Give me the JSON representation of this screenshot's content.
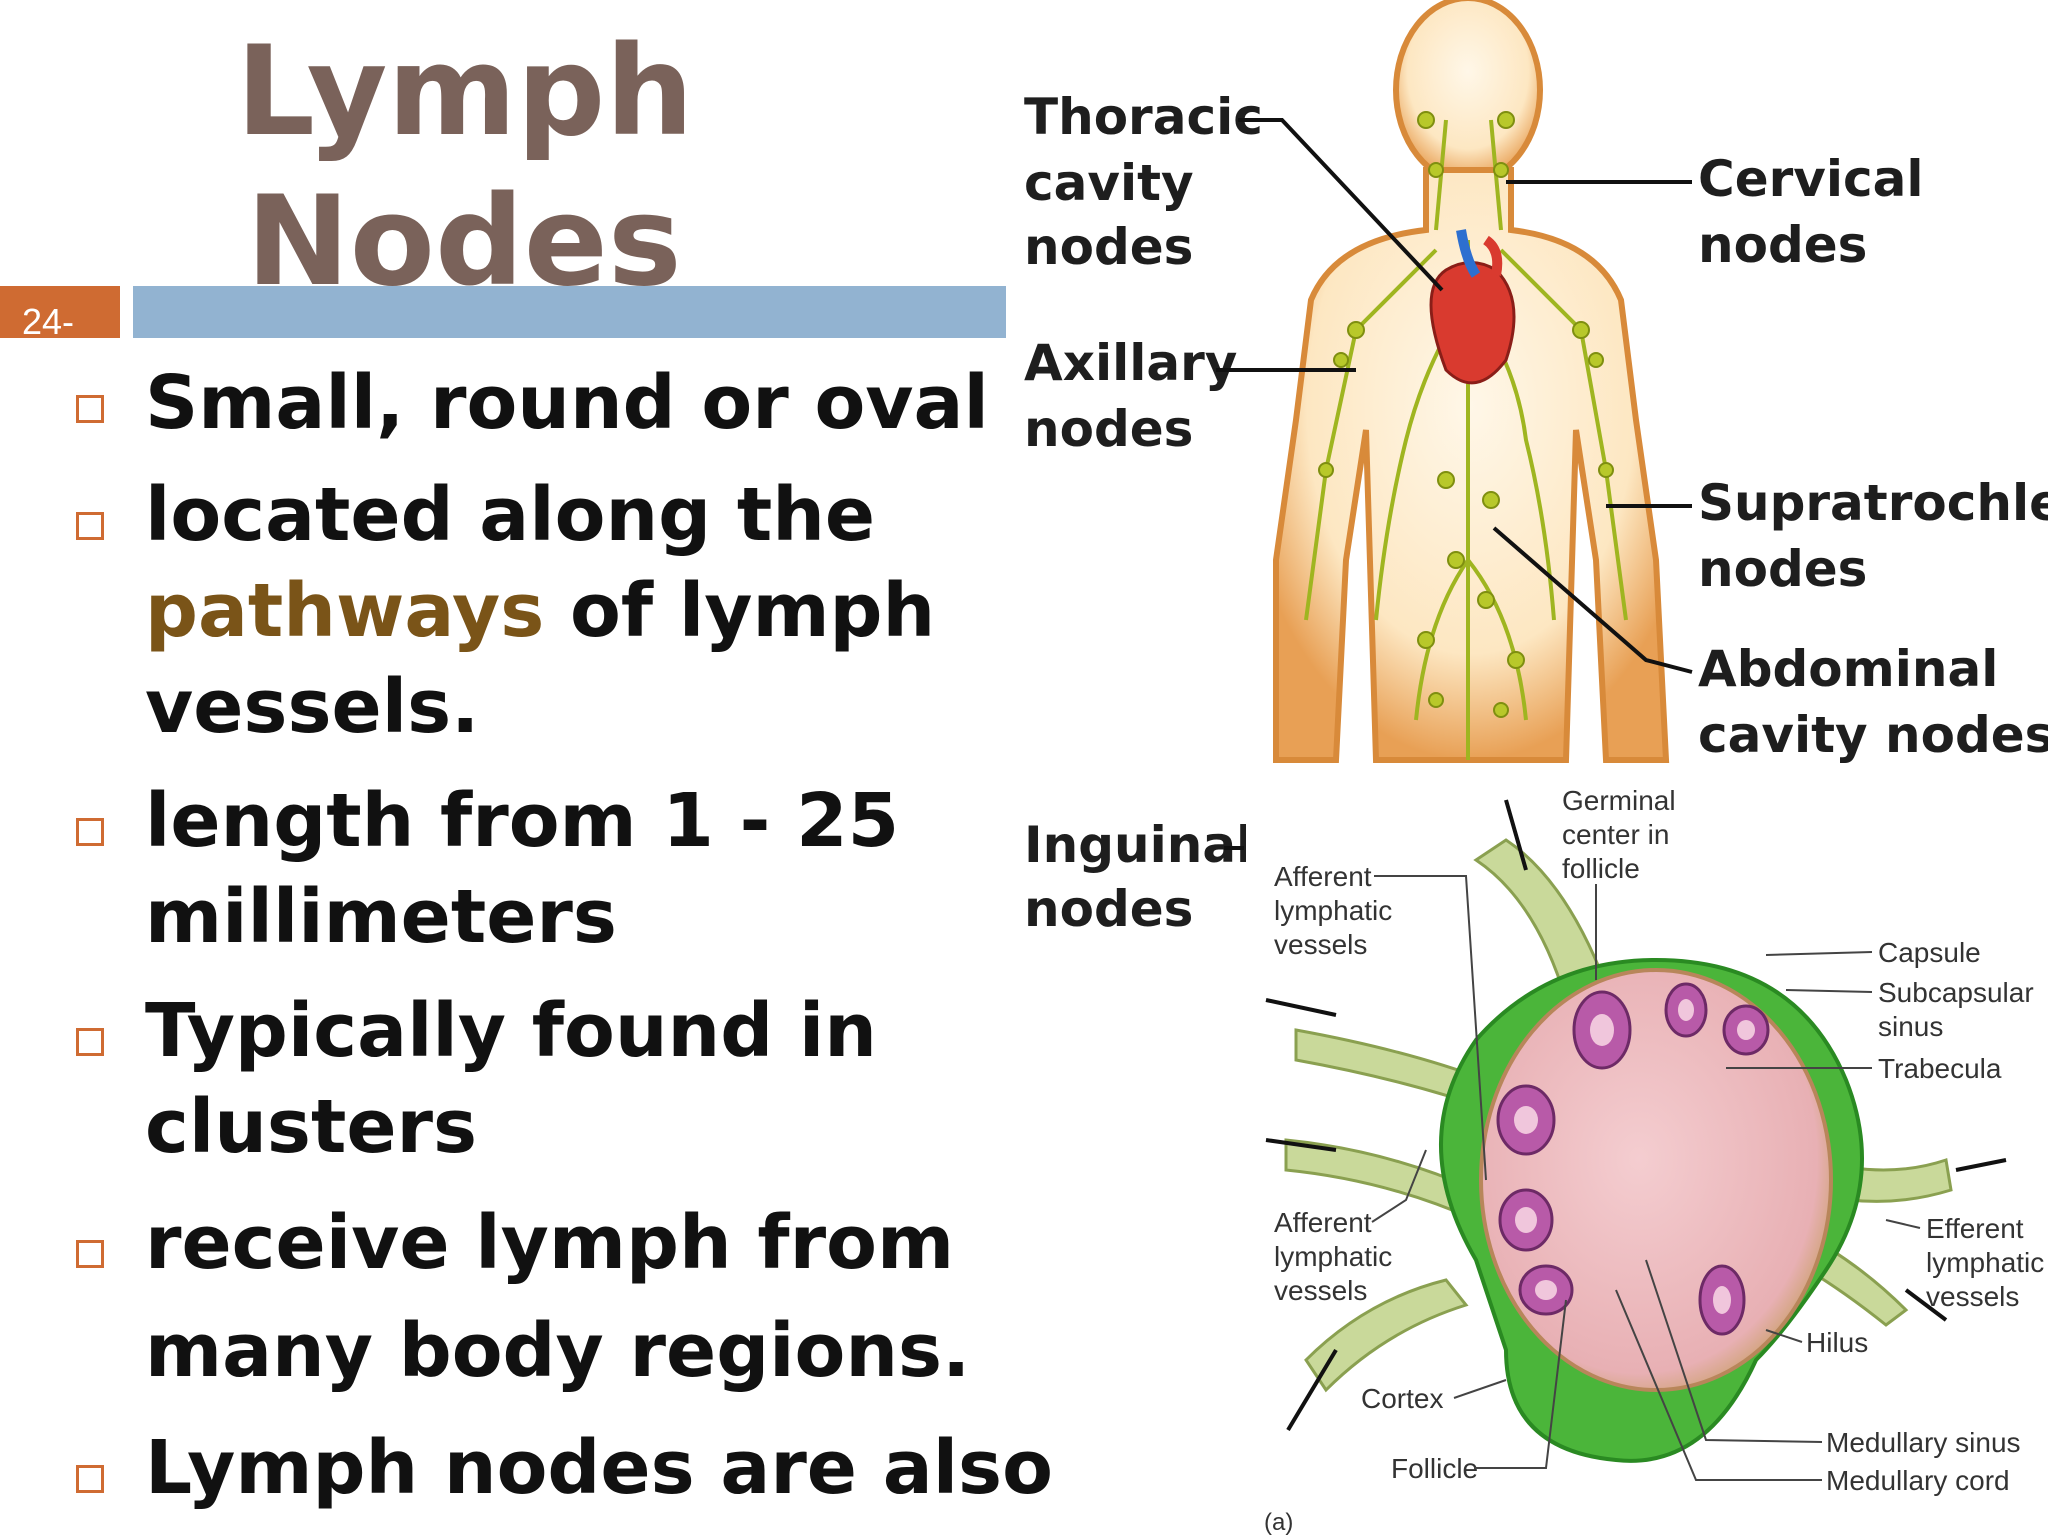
{
  "slide": {
    "title_line1": "Lymph",
    "title_line2": "Nodes",
    "slide_number": "24-",
    "bullets": {
      "b1": {
        "line1": "Small, round or oval"
      },
      "b2": {
        "line1": "located along the",
        "line2_highlight": "pathways",
        "line2_rest": " of lymph",
        "line3": "vessels."
      },
      "b3": {
        "line1": "length from 1 - 25",
        "line2": "millimeters"
      },
      "b4": {
        "line1": "Typically found in",
        "line2": "clusters"
      },
      "b5": {
        "line1": "receive lymph from",
        "line2": "many body regions."
      },
      "b6": {
        "line1": "Lymph nodes are also"
      }
    },
    "bullet_icon": "hollow-square-bullet-icon"
  },
  "body_diagram": {
    "labels": {
      "thoracic_1": "Thoracic",
      "thoracic_2": "cavity",
      "thoracic_3": "nodes",
      "axillary_1": "Axillary",
      "axillary_2": "nodes",
      "inguinal_1": "Inguinal",
      "inguinal_2": "nodes",
      "cervical_1": "Cervical",
      "cervical_2": "nodes",
      "supra_1": "Supratrochlear",
      "supra_2": "nodes",
      "abdominal_1": "Abdominal",
      "abdominal_2": "cavity nodes"
    }
  },
  "node_diagram": {
    "labels": {
      "germinal_1": "Germinal",
      "germinal_2": "center in",
      "germinal_3": "follicle",
      "afferent_top_1": "Afferent",
      "afferent_top_2": "lymphatic",
      "afferent_top_3": "vessels",
      "capsule": "Capsule",
      "subcapsular_1": "Subcapsular",
      "subcapsular_2": "sinus",
      "trabecula": "Trabecula",
      "afferent_bot_1": "Afferent",
      "afferent_bot_2": "lymphatic",
      "afferent_bot_3": "vessels",
      "efferent_1": "Efferent",
      "efferent_2": "lymphatic",
      "efferent_3": "vessels",
      "hilus": "Hilus",
      "cortex": "Cortex",
      "follicle": "Follicle",
      "medullary_sinus": "Medullary sinus",
      "medullary_cord": "Medullary cord",
      "figure_tag": "(a)"
    }
  },
  "colors": {
    "title": "#7a625a",
    "title_bar": "#92b3d1",
    "slide_number_box": "#cf6b32",
    "bullet_box": "#cf6b32",
    "highlight": "#7a5418"
  }
}
